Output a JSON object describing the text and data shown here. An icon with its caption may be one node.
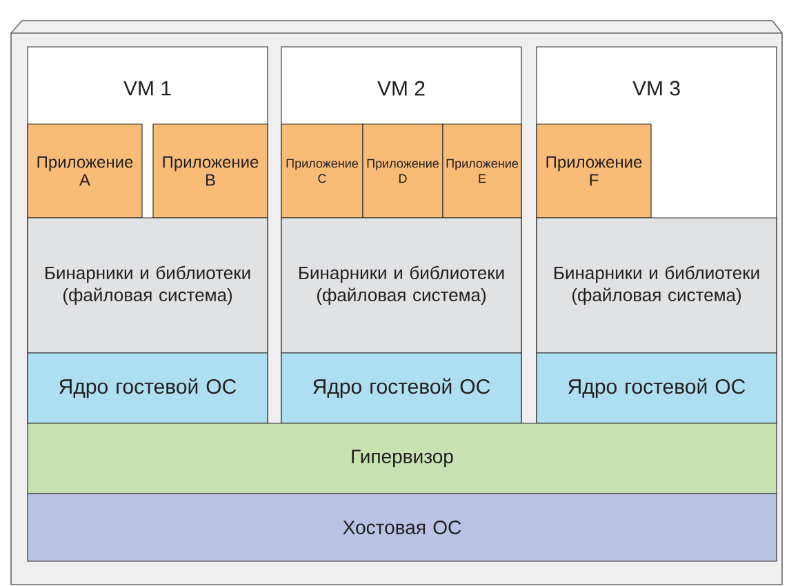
{
  "diagram": {
    "nodes": [
      {
        "text": [
          "VM 1"
        ]
      },
      {
        "text": [
          "Приложение A"
        ],
        "in": 0
      },
      {
        "text": [
          "Приложение B"
        ],
        "in": 0
      },
      {
        "text": [
          "Бинарники и библиотеки (файловая система)"
        ],
        "in": 0
      },
      {
        "text": [
          "Ядро гостевой ОС"
        ],
        "in": 0
      },
      {
        "text": [
          "VM 2"
        ]
      },
      {
        "text": [
          "Приложение C"
        ],
        "in": 5
      },
      {
        "text": [
          "Приложение D"
        ],
        "in": 5
      },
      {
        "text": [
          "Приложение E"
        ],
        "in": 5
      },
      {
        "text": [
          "Бинарники и библиотеки (файловая система)"
        ],
        "in": 5
      },
      {
        "text": [
          "Ядро гостевой ОС"
        ],
        "in": 5
      },
      {
        "text": [
          "VM 3"
        ]
      },
      {
        "text": [
          "Приложение F"
        ],
        "in": 11
      },
      {
        "text": [
          "Бинарники и библиотеки (файловая система)"
        ],
        "in": 11
      },
      {
        "text": [
          "Ядро гостевой ОС"
        ],
        "in": 11
      },
      {
        "text": [
          "Гипервизор"
        ]
      },
      {
        "text": [
          "Хостовая ОС"
        ]
      }
    ]
  }
}
